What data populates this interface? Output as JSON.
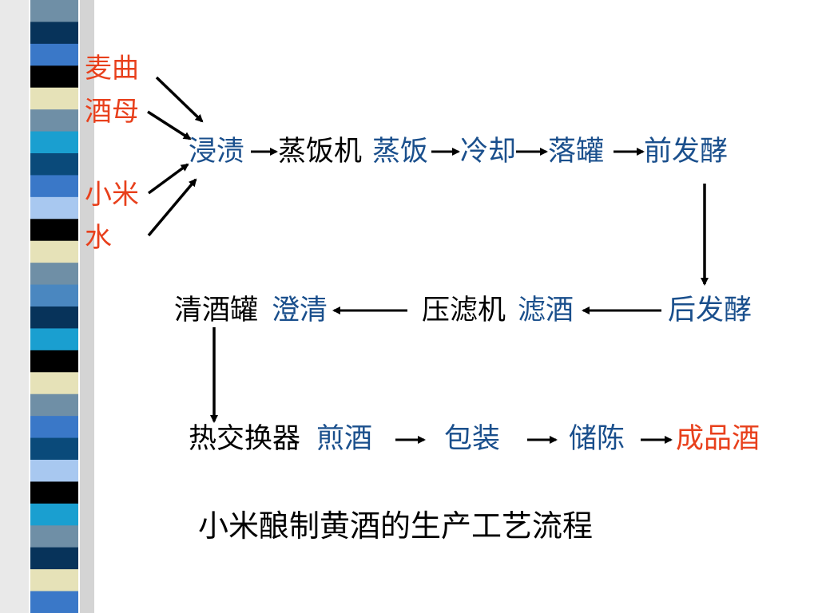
{
  "ingredients": {
    "maiqu": "麦曲",
    "jiumu": "酒母",
    "xiaomi": "小米",
    "shui": "水"
  },
  "row1": {
    "jinzi": "浸渍",
    "zhengfanji": "蒸饭机",
    "zhengfan": "蒸饭",
    "lengque": "冷却",
    "luoguan": "落罐",
    "qianfajiao": "前发酵"
  },
  "row2": {
    "houfajiao": "后发酵",
    "yalvji": "压滤机",
    "lvjiu": "滤酒",
    "qingjiuguan": "清酒罐",
    "chengqing": "澄清"
  },
  "row3": {
    "rejiaohuanqi": "热交换器",
    "jianjiu": "煎酒",
    "baozhuang": "包装",
    "chuchen": "储陈",
    "chengpinjiu": "成品酒"
  },
  "title": "小米酿制黄酒的生产工艺流程",
  "colors": {
    "ingredient": "#e8401c",
    "process": "#1a4f8c",
    "equipment": "#000000",
    "product": "#e8401c",
    "bar_palette": [
      "#6f8fa6",
      "#07335a",
      "#3a78c8",
      "#000000",
      "#e6e2b8",
      "#1a9fd0",
      "#0a4a7a",
      "#a8c8f0",
      "#4a87c0"
    ]
  }
}
